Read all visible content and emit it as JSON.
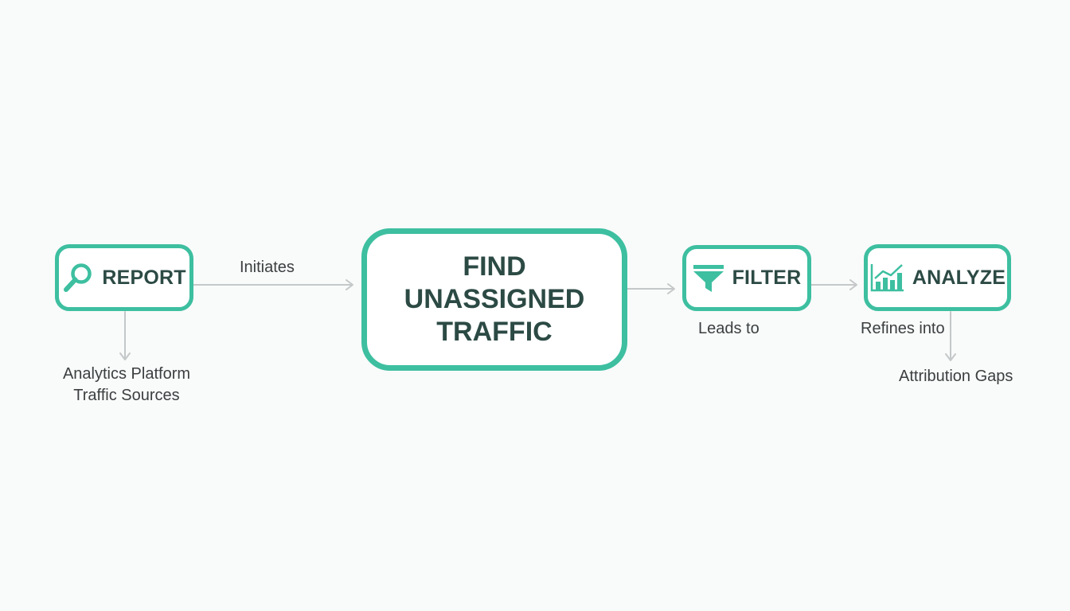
{
  "colors": {
    "accent": "#3dbfa0",
    "text_dark": "#2c4a44",
    "connector": "#c4c8c8",
    "background": "#f9fafa"
  },
  "diagram": {
    "nodes": {
      "report": {
        "label": "REPORT",
        "icon": "magnifier-icon"
      },
      "main": {
        "title_lines": [
          "FIND",
          "UNASSIGNED",
          "TRAFFIC"
        ]
      },
      "filter": {
        "label": "FILTER",
        "icon": "funnel-icon"
      },
      "analyze": {
        "label": "ANALYZE",
        "icon": "bar-chart-icon"
      }
    },
    "edges": {
      "report_to_main": "Initiates",
      "filter_caption": "Leads to",
      "analyze_caption": "Refines into"
    },
    "annotations": {
      "report_below": [
        "Analytics Platform",
        "Traffic Sources"
      ],
      "analyze_below": "Attribution Gaps"
    }
  }
}
